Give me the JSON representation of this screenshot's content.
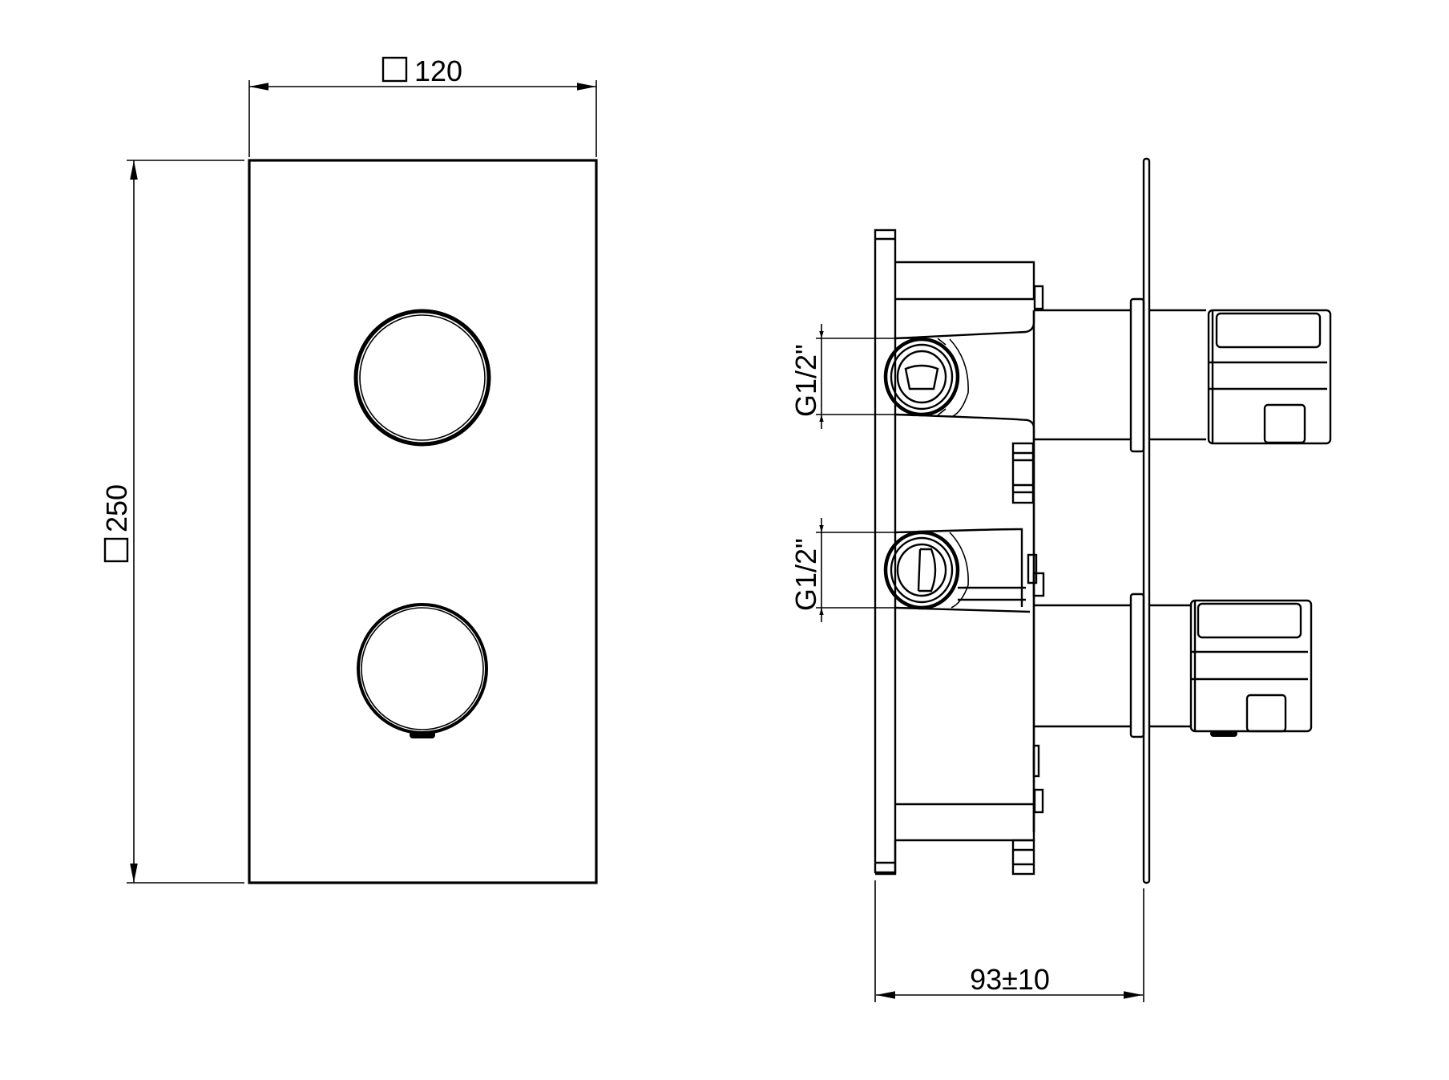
{
  "drawing": {
    "title": "Thermostatic concealed mixer - technical drawing",
    "views": [
      "front-view",
      "side-view"
    ],
    "front_view": {
      "width_dimension": {
        "symbol": "□",
        "value": "120"
      },
      "height_dimension": {
        "symbol": "□",
        "value": "250"
      },
      "controls": [
        "upper-knob",
        "lower-knob"
      ]
    },
    "side_view": {
      "connections": [
        {
          "label": "G1/2\""
        },
        {
          "label": "G1/2\""
        }
      ],
      "depth_dimension": {
        "value": "93",
        "tolerance_symbol": "±",
        "tolerance": "10",
        "label": "93±10"
      }
    },
    "colors": {
      "line": "#000000",
      "background": "#ffffff"
    }
  }
}
